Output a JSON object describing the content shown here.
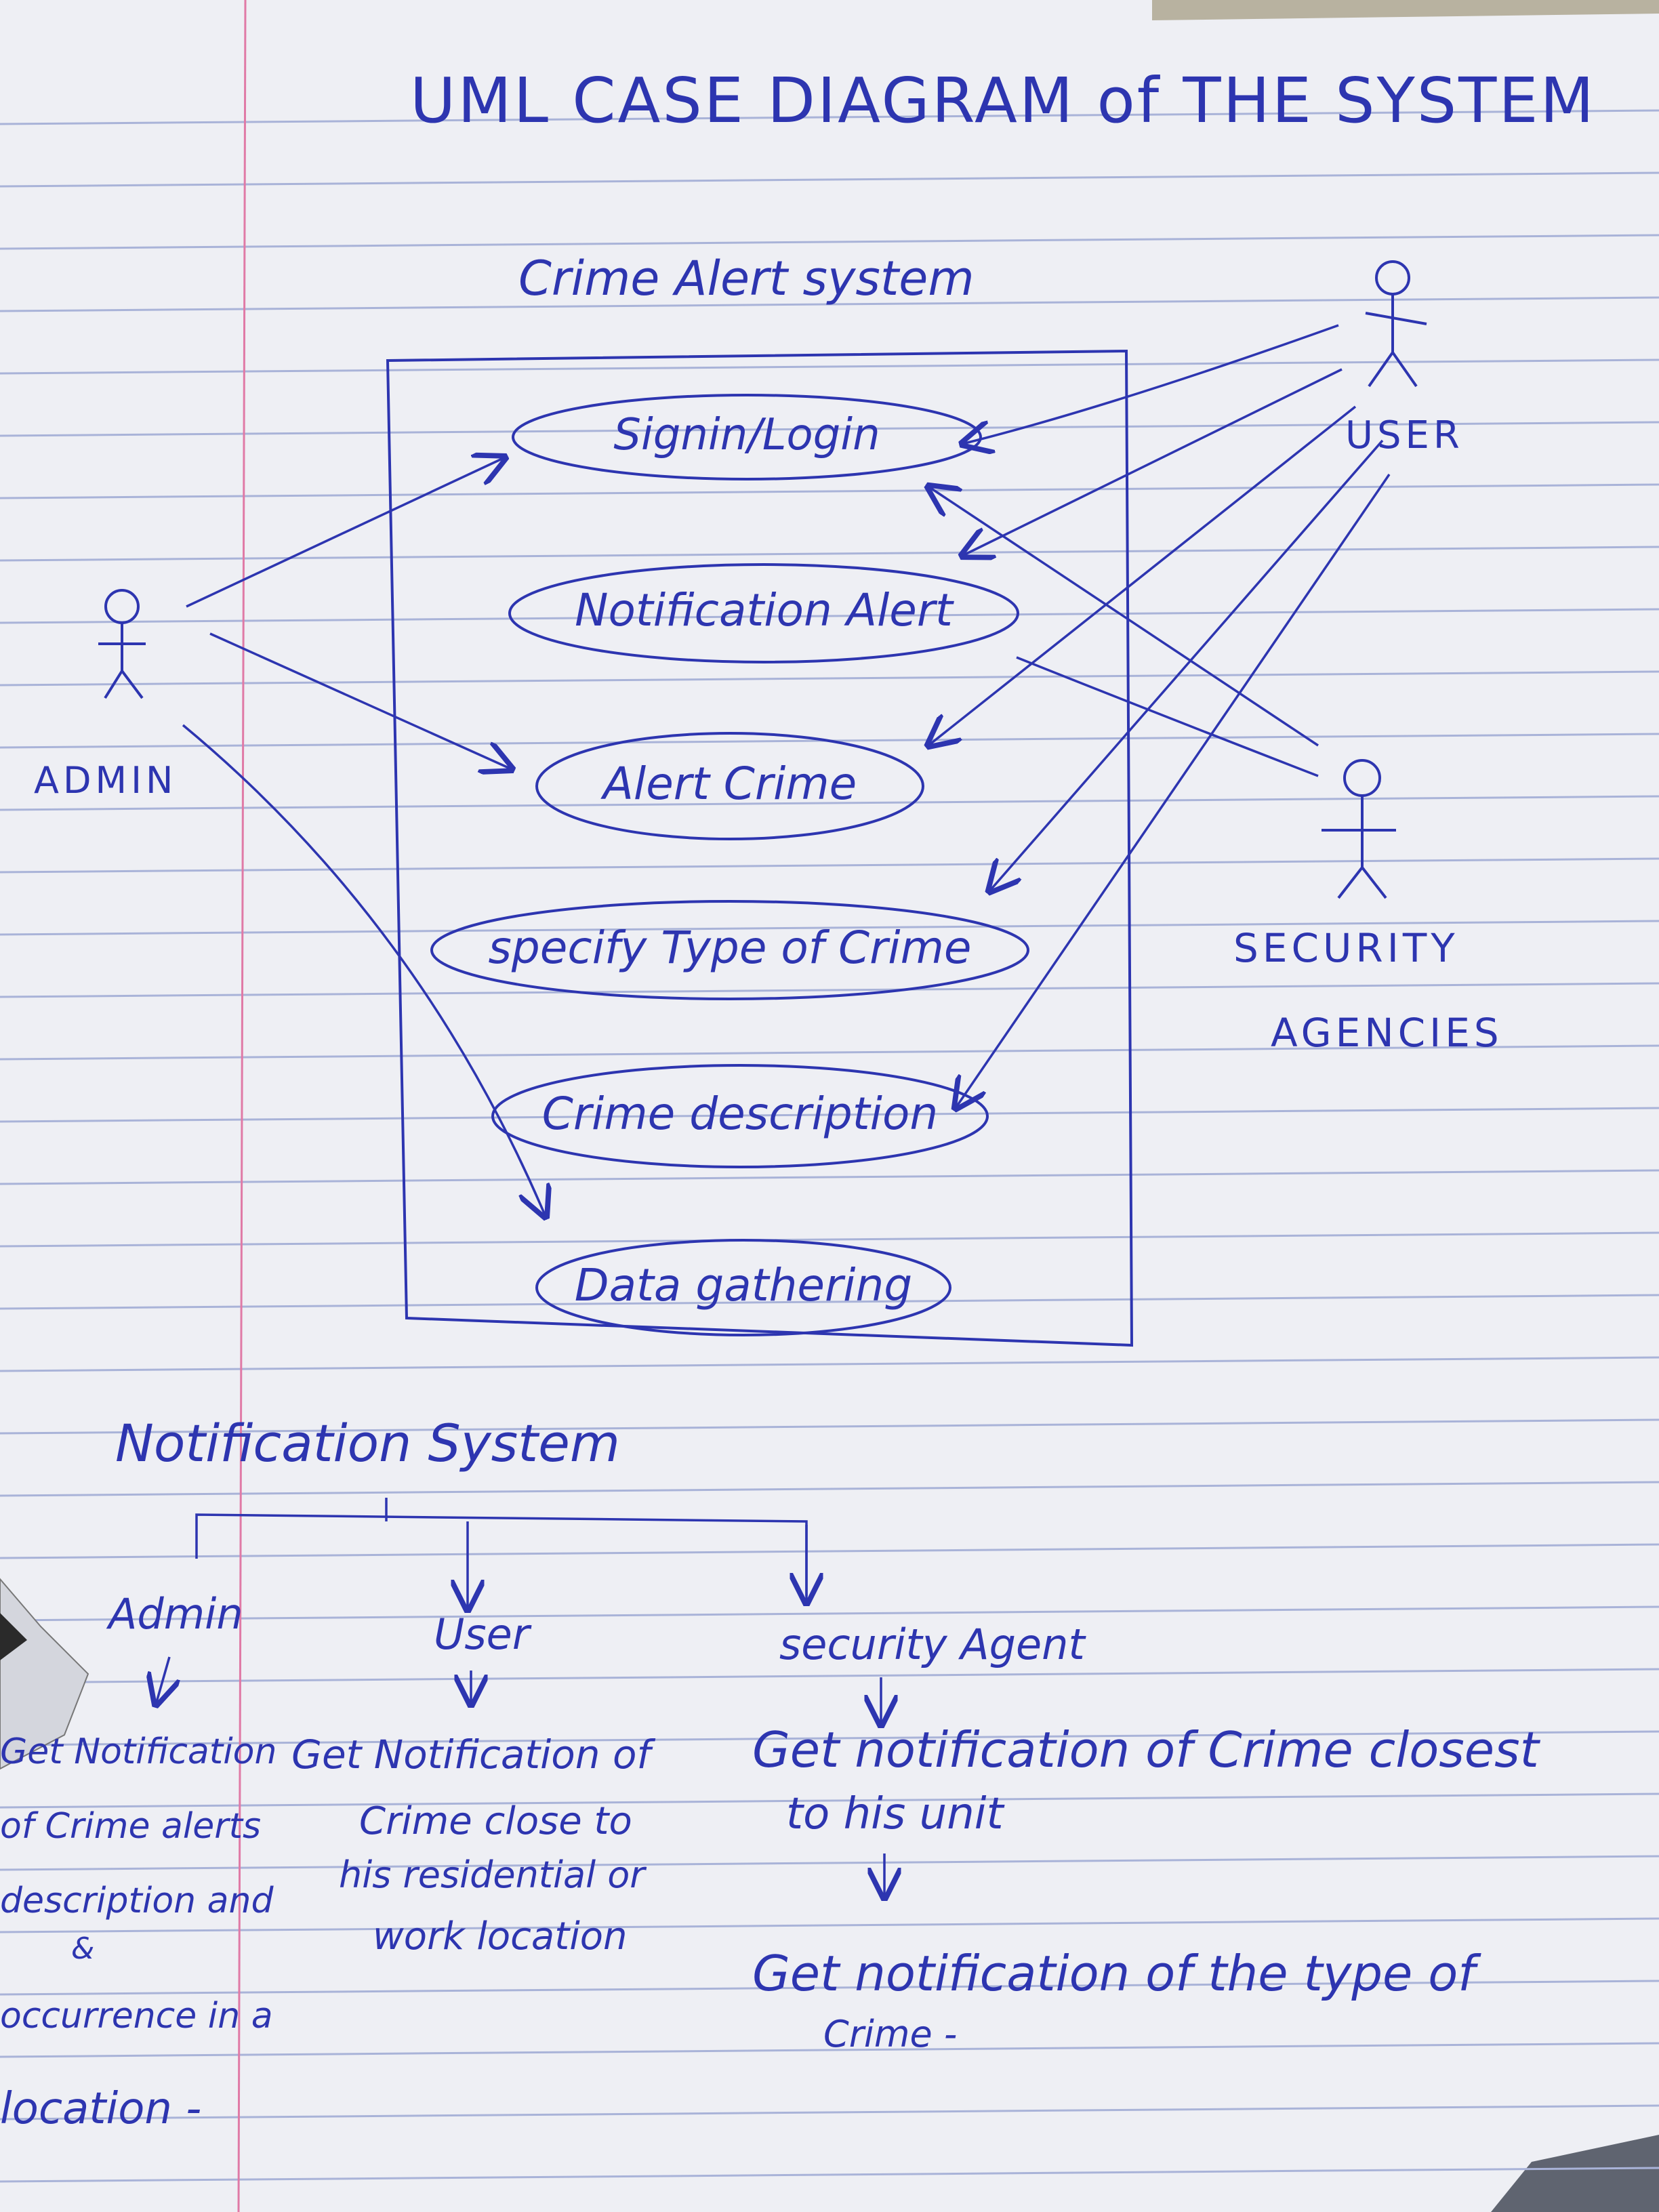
{
  "title": "UML CASE DIAGRAM of THE SYSTEM",
  "system_name": "Crime Alert system",
  "actors": {
    "admin": "ADMIN",
    "user": "USER",
    "security": [
      "SECURITY",
      "AGENCIES"
    ]
  },
  "use_cases": [
    "Signin/Login",
    "Notification Alert",
    "Alert Crime",
    "specify Type of Crime",
    "Crime description",
    "Data gathering"
  ],
  "notification": {
    "heading": "Notification System",
    "branches": [
      "Admin",
      "User",
      "security Agent"
    ],
    "admin_text": [
      "Get Notification",
      "of Crime alerts",
      "description and",
      "&",
      "occurrence in a",
      "location -"
    ],
    "user_text": [
      "Get Notification of",
      "Crime close to",
      "his residential or",
      "work location"
    ],
    "security_text": [
      "Get notification of Crime closest",
      "to his unit"
    ],
    "security_text2": [
      "Get notification of the type of",
      "Crime -"
    ]
  },
  "colors": {
    "ink": "#2d35b0",
    "paper": "#eeeff4",
    "rule": "#a9b3d8",
    "margin": "#e07aa6"
  }
}
